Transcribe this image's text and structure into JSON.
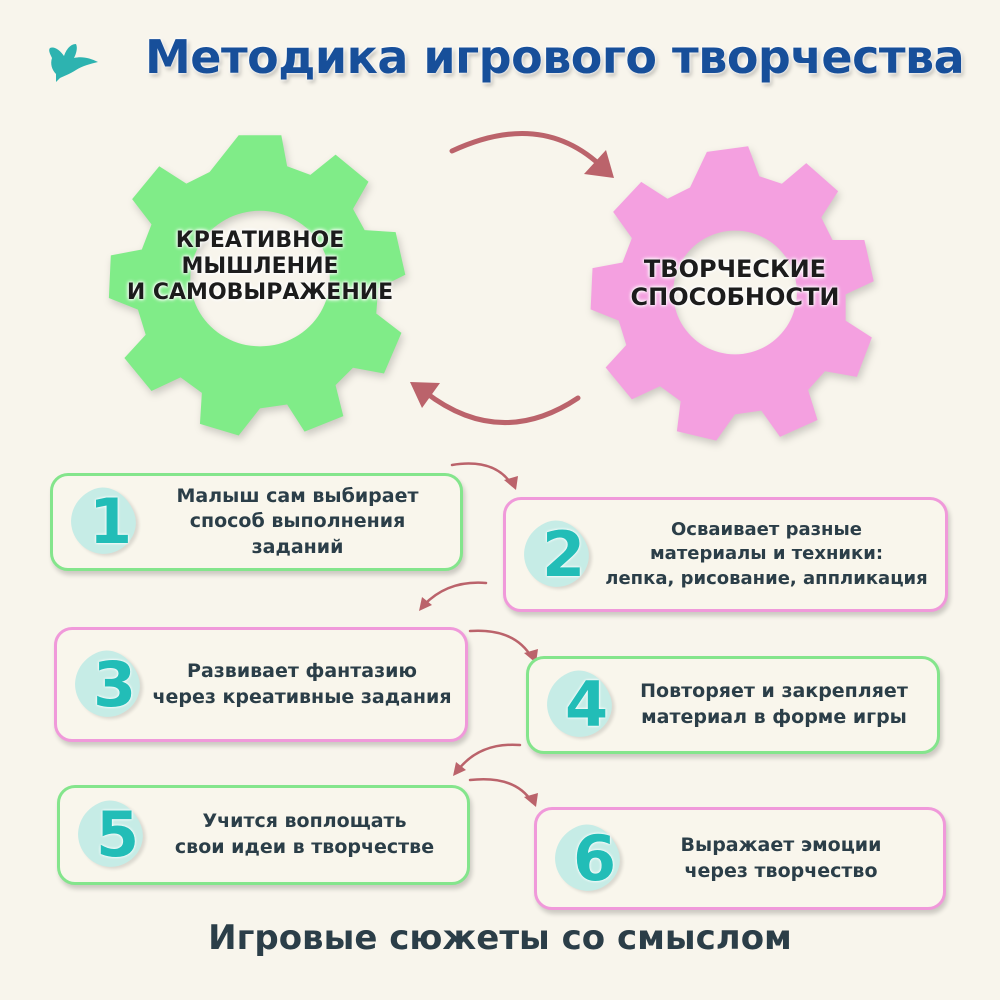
{
  "header": {
    "title": "Методика игрового творчества",
    "icon": "bird-icon"
  },
  "gears": [
    {
      "label_lines": [
        "Креативное",
        "мышление",
        "и самовыражение"
      ],
      "color": "#80ec88"
    },
    {
      "label_lines": [
        "Творческие",
        "способности"
      ],
      "color": "#f4a0e0"
    }
  ],
  "steps": [
    {
      "number": "1",
      "lines": [
        "Малыш сам выбирает",
        "способ выполнения заданий"
      ],
      "border": "green"
    },
    {
      "number": "2",
      "lines": [
        "Осваивает разные",
        "материалы и техники:",
        "лепка, рисование, аппликация"
      ],
      "border": "pink"
    },
    {
      "number": "3",
      "lines": [
        "Развивает фантазию",
        "через креативные задания"
      ],
      "border": "pink"
    },
    {
      "number": "4",
      "lines": [
        "Повторяет и закрепляет",
        "материал в форме игры"
      ],
      "border": "green"
    },
    {
      "number": "5",
      "lines": [
        "Учится воплощать",
        "свои идеи в творчестве"
      ],
      "border": "green"
    },
    {
      "number": "6",
      "lines": [
        "Выражает эмоции",
        "через творчество"
      ],
      "border": "pink"
    }
  ],
  "footer": {
    "tagline": "Игровые сюжеты со смыслом"
  },
  "colors": {
    "background": "#f8f5ec",
    "title": "#174f9a",
    "accent_teal": "#22bdb7",
    "arrow": "#bb636b",
    "green_border": "#84e58c",
    "pink_border": "#f099da",
    "text": "#2b3e48"
  }
}
